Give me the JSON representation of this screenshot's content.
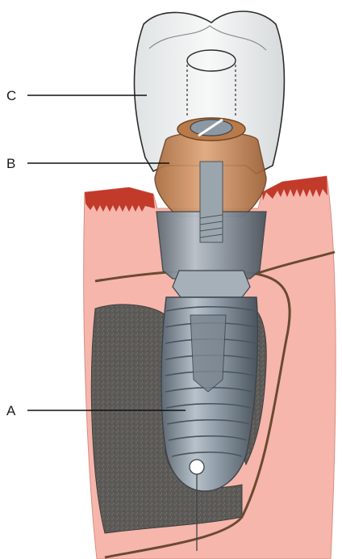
{
  "labels": {
    "a": "A",
    "b": "B",
    "c": "C"
  },
  "colors": {
    "gum": "#f6b6ac",
    "gum_edge": "#c23a2a",
    "bone": "#5c5a57",
    "metal": "#8c98a3",
    "crown": "#eef0f0",
    "abutment": "#c88a56",
    "nerve": "#6a4a30"
  }
}
